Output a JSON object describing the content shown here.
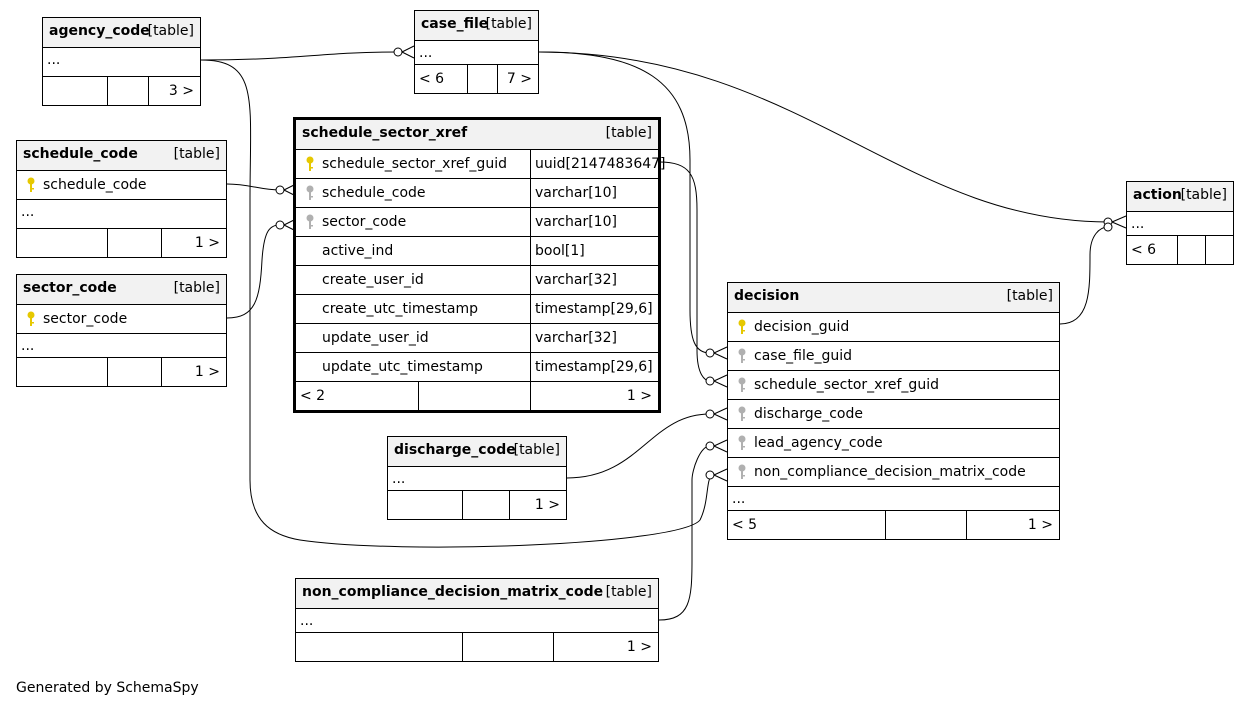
{
  "footer": "Generated by SchemaSpy",
  "type_label": "[table]",
  "ellipsis": "...",
  "tables": {
    "agency_code": {
      "name": "agency_code",
      "footer_left": "",
      "footer_right": "3 >"
    },
    "case_file": {
      "name": "case_file",
      "footer_left": "< 6",
      "footer_right": "7 >"
    },
    "action": {
      "name": "action",
      "footer_left": "< 6",
      "footer_right": ""
    },
    "schedule_code": {
      "name": "schedule_code",
      "pk": "schedule_code",
      "footer_left": "",
      "footer_right": "1 >"
    },
    "sector_code": {
      "name": "sector_code",
      "pk": "sector_code",
      "footer_left": "",
      "footer_right": "1 >"
    },
    "schedule_sector_xref": {
      "name": "schedule_sector_xref",
      "columns": [
        {
          "name": "schedule_sector_xref_guid",
          "type": "uuid[2147483647]",
          "key": "primary"
        },
        {
          "name": "schedule_code",
          "type": "varchar[10]",
          "key": "foreign"
        },
        {
          "name": "sector_code",
          "type": "varchar[10]",
          "key": "foreign"
        },
        {
          "name": "active_ind",
          "type": "bool[1]",
          "key": "none"
        },
        {
          "name": "create_user_id",
          "type": "varchar[32]",
          "key": "none"
        },
        {
          "name": "create_utc_timestamp",
          "type": "timestamp[29,6]",
          "key": "none"
        },
        {
          "name": "update_user_id",
          "type": "varchar[32]",
          "key": "none"
        },
        {
          "name": "update_utc_timestamp",
          "type": "timestamp[29,6]",
          "key": "none"
        }
      ],
      "footer_left": "< 2",
      "footer_right": "1 >"
    },
    "discharge_code": {
      "name": "discharge_code",
      "footer_left": "",
      "footer_right": "1 >"
    },
    "decision": {
      "name": "decision",
      "columns": [
        {
          "name": "decision_guid",
          "key": "primary"
        },
        {
          "name": "case_file_guid",
          "key": "foreign"
        },
        {
          "name": "schedule_sector_xref_guid",
          "key": "foreign"
        },
        {
          "name": "discharge_code",
          "key": "foreign"
        },
        {
          "name": "lead_agency_code",
          "key": "foreign"
        },
        {
          "name": "non_compliance_decision_matrix_code",
          "key": "foreign"
        }
      ],
      "footer_left": "< 5",
      "footer_right": "1 >"
    },
    "non_compliance_decision_matrix_code": {
      "name": "non_compliance_decision_matrix_code",
      "footer_left": "",
      "footer_right": "1 >"
    }
  },
  "colors": {
    "primary_key": "#e6c800",
    "foreign_key": "#b0b0b0",
    "header_bg": "#f2f2f2"
  }
}
